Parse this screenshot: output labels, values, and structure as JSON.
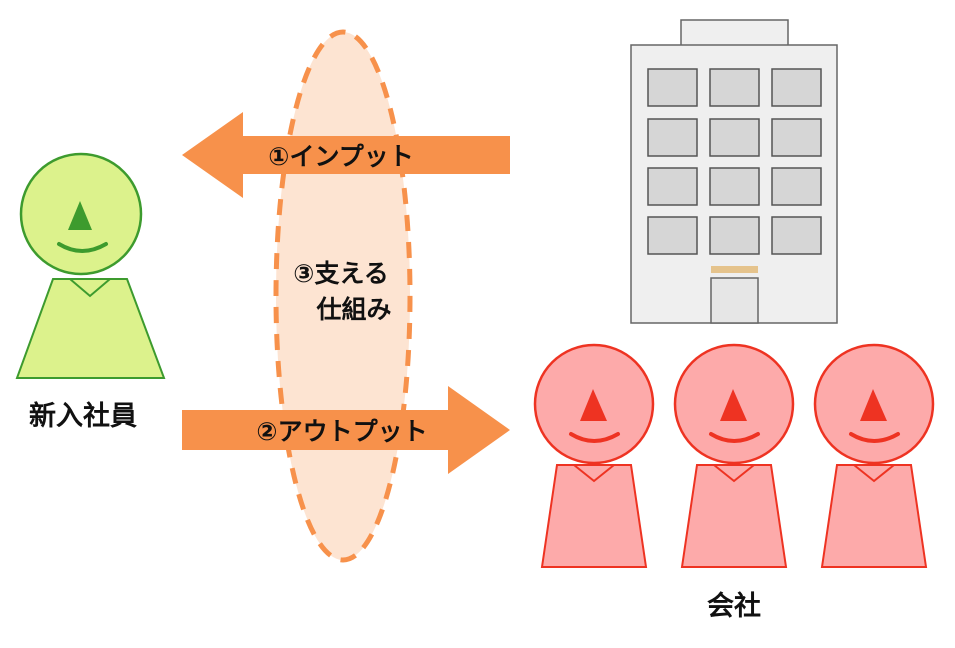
{
  "labels": {
    "input": "①インプット",
    "output": "②アウトプット",
    "support_line1": "③支える",
    "support_line2": "仕組み",
    "new_employee": "新入社員",
    "company": "会社"
  },
  "colors": {
    "arrow": "#f7914b",
    "ellipse_fill": "#fde4d2",
    "ellipse_stroke": "#f7914b",
    "newbie_fill": "#dcf28c",
    "newbie_stroke": "#3d9b2e",
    "staff_fill": "#fdaaaa",
    "staff_stroke": "#ee3322",
    "building_fill": "#efefef",
    "building_stroke": "#666666",
    "window_fill": "#d6d6d6",
    "door_sign": "#e5c38c"
  },
  "icons": [
    "new-employee-person-icon",
    "company-building-icon",
    "company-staff-person-icon"
  ]
}
